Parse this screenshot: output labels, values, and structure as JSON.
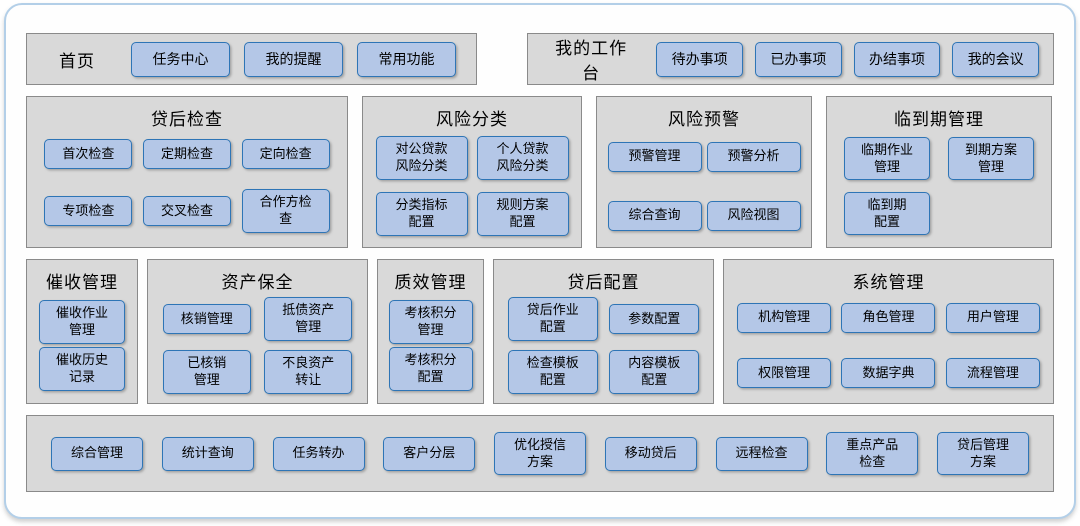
{
  "colors": {
    "page_border": "#b3cfe8",
    "panel_bg": "#d9d9d9",
    "panel_border": "#8a8a8a",
    "button_bg": "#b4c7e7",
    "button_border": "#2e75b6"
  },
  "home": {
    "title": "首页",
    "items": [
      "任务中心",
      "我的提醒",
      "常用功能"
    ]
  },
  "workbench": {
    "title": "我的工作台",
    "items": [
      "待办事项",
      "已办事项",
      "办结事项",
      "我的会议"
    ]
  },
  "loan_check": {
    "title": "贷后检查",
    "items": [
      "首次检查",
      "定期检查",
      "定向检查",
      "专项检查",
      "交叉检查",
      "合作方检\n查"
    ]
  },
  "risk_class": {
    "title": "风险分类",
    "items": [
      "对公贷款\n风险分类",
      "个人贷款\n风险分类",
      "分类指标\n配置",
      "规则方案\n配置"
    ]
  },
  "risk_warning": {
    "title": "风险预警",
    "items": [
      "预警管理",
      "预警分析",
      "综合查询",
      "风险视图"
    ]
  },
  "maturity": {
    "title": "临到期管理",
    "items": [
      "临期作业\n管理",
      "到期方案\n管理",
      "临到期\n配置"
    ]
  },
  "collection": {
    "title": "催收管理",
    "items": [
      "催收作业\n管理",
      "催收历史\n记录"
    ]
  },
  "asset": {
    "title": "资产保全",
    "items": [
      "核销管理",
      "抵债资产\n管理",
      "已核销\n管理",
      "不良资产\n转让"
    ]
  },
  "quality": {
    "title": "质效管理",
    "items": [
      "考核积分\n管理",
      "考核积分\n配置"
    ]
  },
  "loan_config": {
    "title": "贷后配置",
    "items": [
      "贷后作业\n配置",
      "参数配置",
      "检查模板\n配置",
      "内容模板\n配置"
    ]
  },
  "system": {
    "title": "系统管理",
    "items": [
      "机构管理",
      "角色管理",
      "用户管理",
      "权限管理",
      "数据字典",
      "流程管理"
    ]
  },
  "bottom": {
    "items": [
      "综合管理",
      "统计查询",
      "任务转办",
      "客户分层",
      "优化授信\n方案",
      "移动贷后",
      "远程检查",
      "重点产品\n检查",
      "贷后管理\n方案"
    ]
  }
}
